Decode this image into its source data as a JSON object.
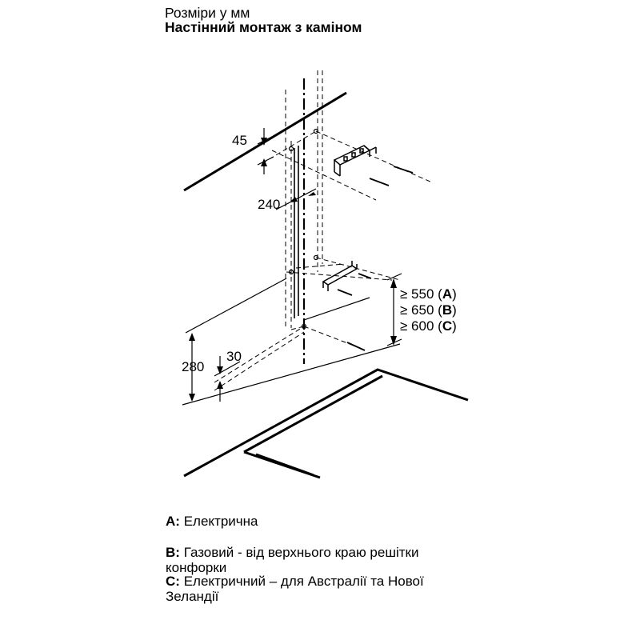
{
  "header": {
    "line1": "Розміри у мм",
    "line2": "Настінний монтаж з каміном"
  },
  "dimensions": {
    "d45": "45",
    "d240": "240",
    "d280": "280",
    "d30": "30"
  },
  "clearances": [
    {
      "prefix": "≥ 550 (",
      "key": "A",
      "suffix": ")"
    },
    {
      "prefix": "≥ 650 (",
      "key": "B",
      "suffix": ")"
    },
    {
      "prefix": "≥ 600 (",
      "key": "C",
      "suffix": ")"
    }
  ],
  "legend": [
    {
      "key": "A:",
      "text": "Електрична"
    },
    {
      "key": "B:",
      "text": "Газовий - від верхнього краю решітки конфорки"
    },
    {
      "key": "C:",
      "text": "Електричний – для Австралії та Нової Зеландії"
    }
  ]
}
